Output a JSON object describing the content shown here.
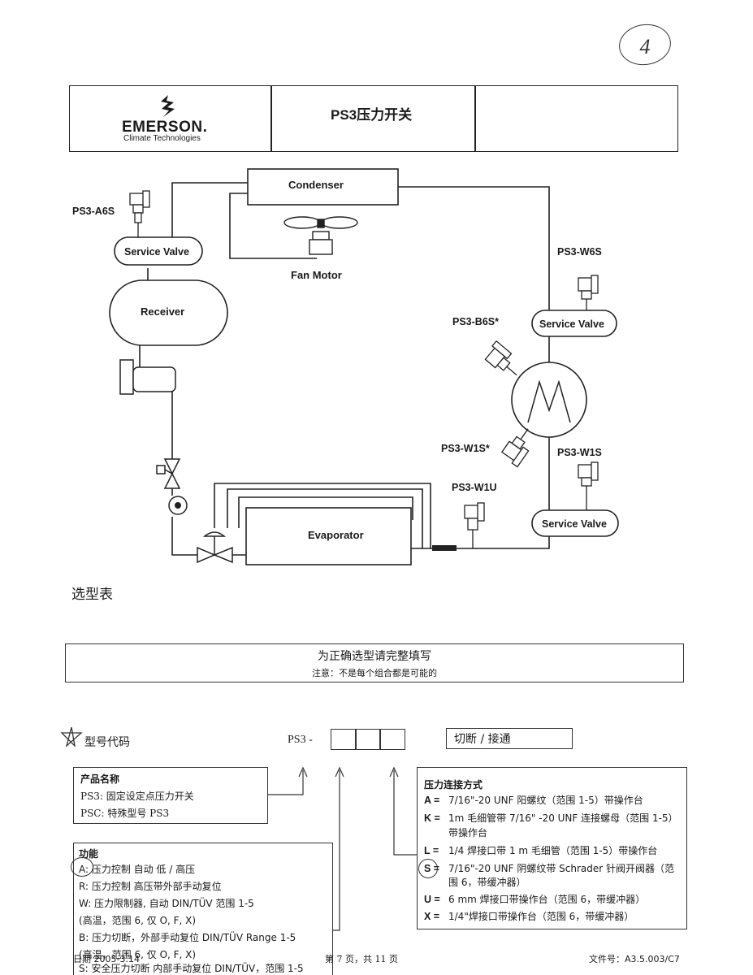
{
  "page_number": "4",
  "header": {
    "brand_name": "EMERSON.",
    "brand_subtitle": "Climate Technologies",
    "title": "PS3压力开关"
  },
  "diagram": {
    "labels": {
      "condenser": "Condenser",
      "fan_motor": "Fan Motor",
      "receiver": "Receiver",
      "evaporator": "Evaporator",
      "service_valve": "Service Valve",
      "ps3_a6s": "PS3-A6S",
      "ps3_w6s": "PS3-W6S",
      "ps3_b6s": "PS3-B6S*",
      "ps3_w1s_star": "PS3-W1S*",
      "ps3_w1s": "PS3-W1S",
      "ps3_w1u": "PS3-W1U"
    }
  },
  "selection": {
    "heading": "选型表",
    "note_line1": "为正确选型请完整填写",
    "note_line2": "注意：不是每个组合都是可能的"
  },
  "model_code": {
    "label": "型号代码",
    "prefix": "PS3 -",
    "cut_label": "切断 / 接通"
  },
  "product_name": {
    "title": "产品名称",
    "rows": [
      "PS3:   固定设定点压力开关",
      "PSC:   特殊型号 PS3"
    ]
  },
  "function": {
    "title": "功能",
    "rows": [
      "A:  压力控制 自动 低 / 高压",
      "R:  压力控制 高压带外部手动复位",
      "W:   压力限制器, 自动  DIN/TÜV 范围 1-5",
      "      (高温，范围 6, 仅 O, F, X)",
      "B:   压力切断，外部手动复位  DIN/TÜV  Range 1-5",
      "      (高温，范围 6, 仅 O, F, X)",
      "S:   安全压力切断 内部手动复位 DIN/TÜV，范围 1-5"
    ]
  },
  "connection": {
    "title": "压力连接方式",
    "items": [
      {
        "code": "A =",
        "lines": [
          "7/16\"-20 UNF 阳螺纹（范围 1-5）带操作台"
        ]
      },
      {
        "code": "K =",
        "lines": [
          "1m 毛细管带 7/16\" -20 UNF 连接螺母（范围 1-5）",
          "带操作台"
        ]
      },
      {
        "code": "L =",
        "lines": [
          "1/4 焊接口带 1 m 毛细管（范围 1-5）带操作台"
        ]
      },
      {
        "code": "S =",
        "lines": [
          "7/16\"-20 UNF 阴螺纹带 Schrader 针阀开阀器（范",
          "围 6，带缓冲器）"
        ]
      },
      {
        "code": "U =",
        "lines": [
          "6 mm 焊接口带操作台（范围 6，带缓冲器）"
        ]
      },
      {
        "code": "X =",
        "lines": [
          "1/4\"焊接口带操作台（范围 6，带缓冲器）"
        ]
      }
    ]
  },
  "footer": {
    "date": "日期 2005-3.14",
    "page": "第 7 页，共 11 页",
    "doc_number": "文件号：A3.5.003/C7"
  }
}
